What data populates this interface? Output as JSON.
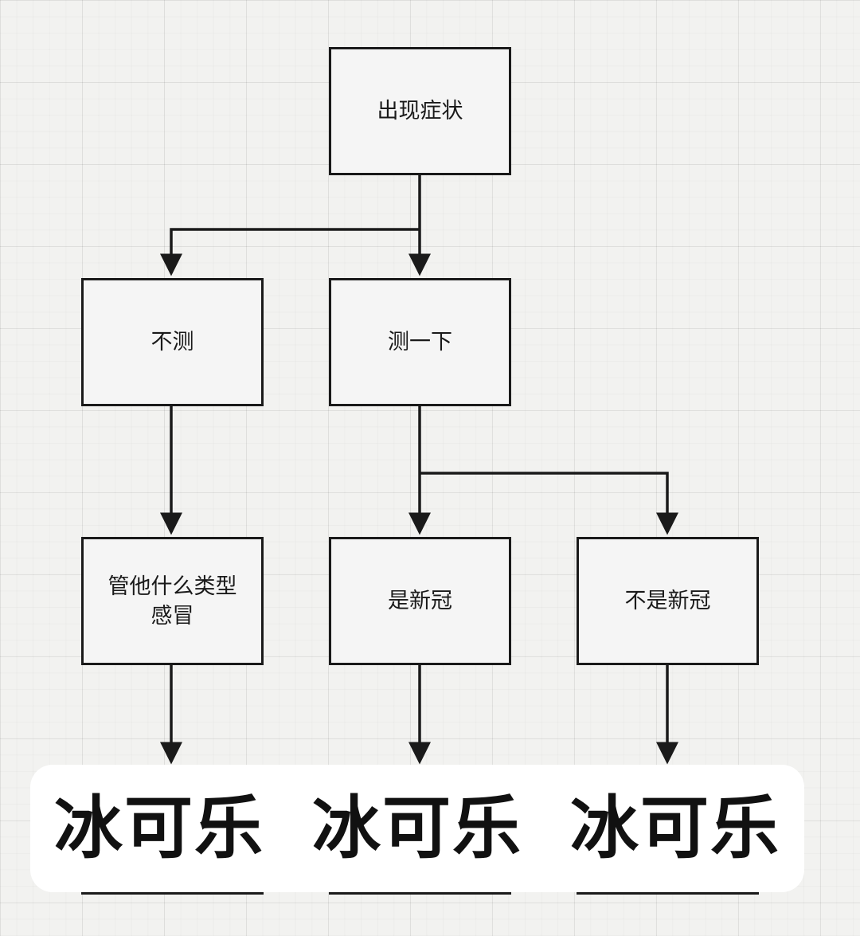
{
  "diagram": {
    "nodes": {
      "root": "出现症状",
      "no_test": "不测",
      "test": "测一下",
      "any_cold_line1": "管他什么类型",
      "any_cold_line2": "感冒",
      "is_covid": "是新冠",
      "not_covid": "不是新冠"
    },
    "outcomes": [
      "冰可乐",
      "冰可乐",
      "冰可乐"
    ]
  },
  "colors": {
    "line": "#1a1a1a",
    "box_fill": "#f5f5f5",
    "overlay": "#ffffff"
  }
}
